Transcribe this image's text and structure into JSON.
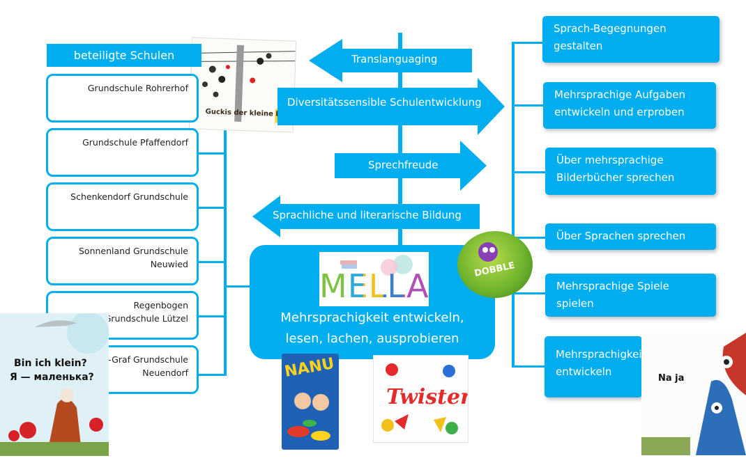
{
  "header": "beteiligte Schulen",
  "schools": [
    {
      "name": "Grundschule Rohrerhof"
    },
    {
      "name": "Grundschule Pfaffendorf"
    },
    {
      "name": "Schenkendorf Grundschule"
    },
    {
      "name": "Sonnenland Grundschule Neuwied"
    },
    {
      "name": "Regenbogen Grundschule Lützel"
    },
    {
      "name": "Willi-Graf Grundschule Neuendorf"
    }
  ],
  "arrows": [
    {
      "label": "Translanguaging",
      "direction": "left"
    },
    {
      "label": "Diversitätssensible Schulentwicklung",
      "direction": "right"
    },
    {
      "label": "Sprechfreude",
      "direction": "right"
    },
    {
      "label": "Sprachliche und literarische Bildung",
      "direction": "left"
    }
  ],
  "center": {
    "logo": "MELLA",
    "tagline_line1": "Mehrsprachigkeit entwickeln,",
    "tagline_line2": "lesen, lachen, ausprobieren"
  },
  "topics": [
    {
      "line1": "Sprach-Begegnungen",
      "line2": "gestalten"
    },
    {
      "line1": "Mehrsprachige Aufgaben",
      "line2": "entwickeln und erproben"
    },
    {
      "line1": "Über mehrsprachige",
      "line2": "Bilderbücher sprechen"
    },
    {
      "line1": "Über Sprachen sprechen",
      "line2": ""
    },
    {
      "line1": "Mehrsprachige Spiele",
      "line2": "spielen"
    },
    {
      "line1": "Mehrsprachigkeit",
      "line2": "entwickeln"
    }
  ],
  "images": {
    "top_book": {
      "line1": "Guckis der kleine Ra"
    },
    "left_book": {
      "line1": "Bin ich klein?",
      "line2": "Я — маленька?"
    },
    "nanu": {
      "title": "NANU"
    },
    "twister": {
      "title": "Twister"
    },
    "dobble": {
      "title": "DOBBLE"
    },
    "right_book": {
      "title": "Na ja"
    }
  },
  "colors": {
    "accent": "#00aeef",
    "logo_m": "#7fc241",
    "logo_e": "#2fa8e0",
    "logo_l1": "#f2c01a",
    "logo_l2": "#3a7fc7",
    "logo_a": "#b04fb5"
  }
}
